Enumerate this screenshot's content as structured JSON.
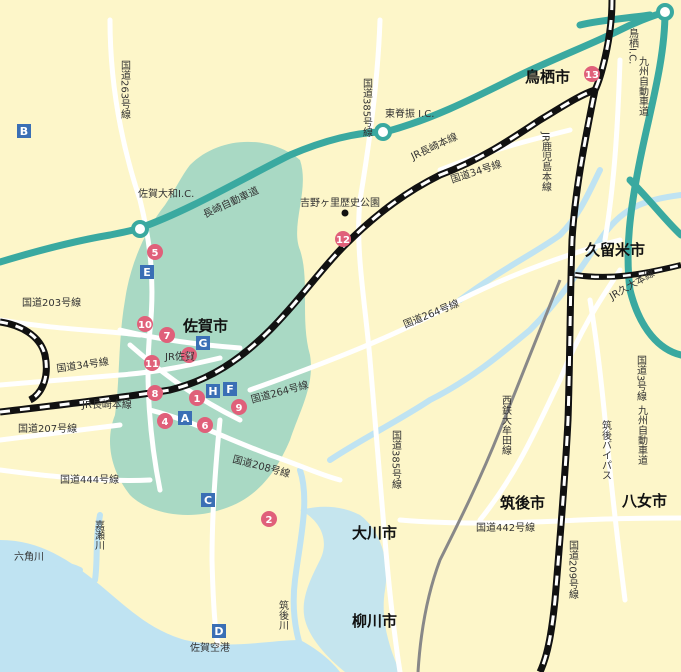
{
  "colors": {
    "background": "#fdf6c9",
    "sea": "#bfe3f2",
    "saga_area": "#a9d9c4",
    "expressway": "#3aa9a0",
    "national_road": "#e6e6e6",
    "river": "#bfe3f2",
    "rail": "#111111",
    "spot_marker": "#e0607a",
    "letter_marker": "#3a6fb5"
  },
  "cities": [
    {
      "id": "tosu",
      "label": "鳥栖市"
    },
    {
      "id": "kurume",
      "label": "久留米市"
    },
    {
      "id": "saga",
      "label": "佐賀市"
    },
    {
      "id": "chikugo",
      "label": "筑後市"
    },
    {
      "id": "yame",
      "label": "八女市"
    },
    {
      "id": "okawa",
      "label": "大川市"
    },
    {
      "id": "yanagawa",
      "label": "柳川市"
    }
  ],
  "labels": {
    "r263": "国道263号線",
    "r385_north": "国道385号線",
    "higashisefuri_ic": "東脊振 I.C.",
    "jr_nagasaki_main_ne": "JR長崎本線",
    "r34_ne": "国道34号線",
    "jr_kagoshima": "JR鹿児島本線",
    "kyushu_exp_n": "九州自動車道",
    "tosu_ic": "鳥栖I.C.",
    "saga_yamato_ic": "佐賀大和I.C.",
    "nagasaki_exp": "長崎自動車道",
    "yoshinogari": "吉野ヶ里歴史公園",
    "r203": "国道203号線",
    "r264_ne": "国道264号線",
    "jr_kyudai": "JR久大本線",
    "r34_w": "国道34号線",
    "jr_saga": "JR佐賀",
    "jr_nagasaki_main_w": "JR長崎本線",
    "r264_mid": "国道264号線",
    "r207": "国道207号線",
    "r444": "国道444号線",
    "r208": "国道208号線",
    "nishitetsu": "西鉄大牟田線",
    "r385_south": "国道385号線",
    "chikugo_bypass": "筑後バイパス",
    "r3": "国道3号線",
    "kyushu_exp_s": "九州自動車道",
    "r442": "国道442号線",
    "rokkaku": "六角川",
    "kase": "嘉瀬川",
    "chikugo_river": "筑後川",
    "r209": "国道209号線",
    "saga_airport": "佐賀空港"
  },
  "spots": [
    "1",
    "2",
    "3",
    "4",
    "5",
    "6",
    "7",
    "8",
    "9",
    "10",
    "11",
    "12",
    "13"
  ],
  "letters": [
    "A",
    "B",
    "C",
    "D",
    "E",
    "F",
    "G",
    "H"
  ]
}
